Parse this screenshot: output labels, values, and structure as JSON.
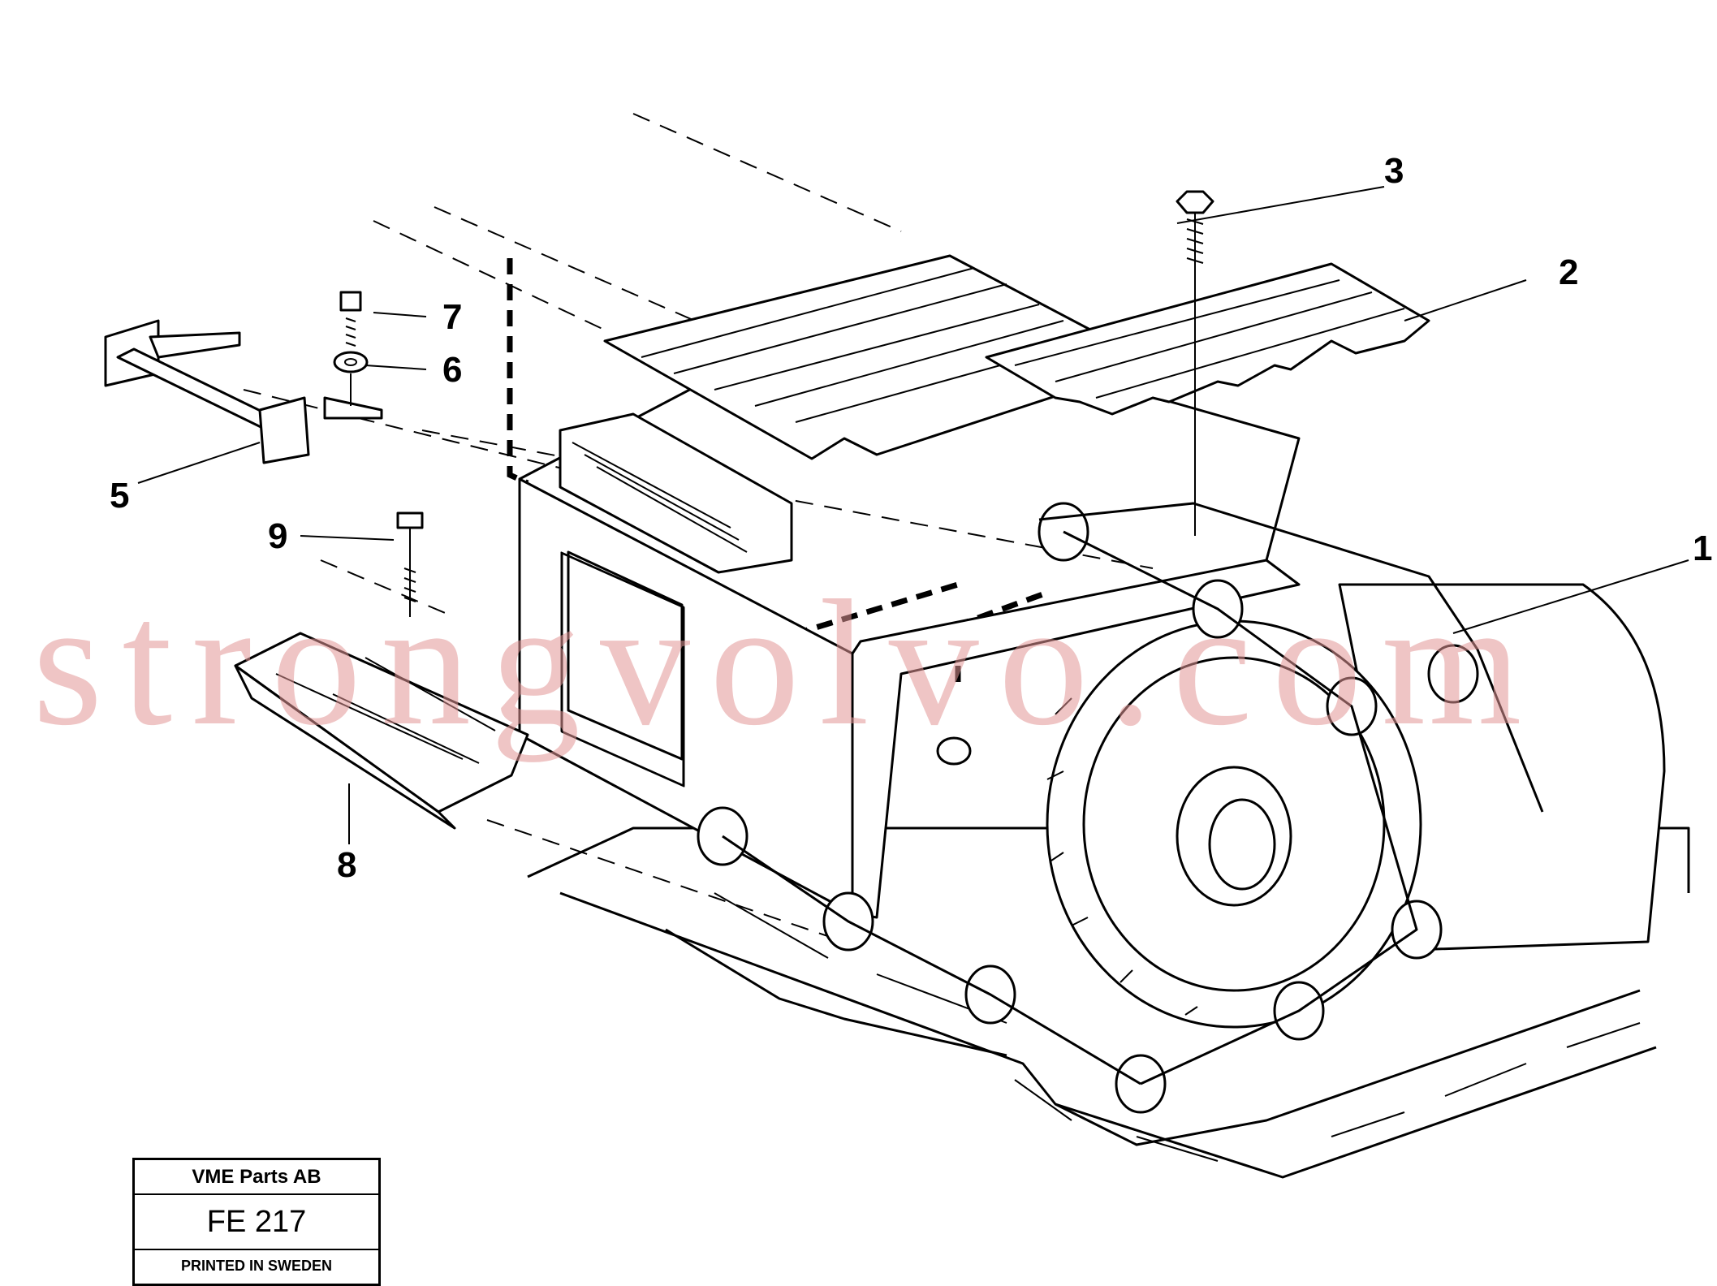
{
  "diagram": {
    "callouts": [
      "1",
      "2",
      "3",
      "5",
      "6",
      "7",
      "8",
      "9"
    ]
  },
  "watermark": {
    "text": "strongvolvo.com",
    "color": "#e29696"
  },
  "stamp": {
    "company": "VME Parts AB",
    "code": "FE 217",
    "printed": "PRINTED IN SWEDEN"
  }
}
